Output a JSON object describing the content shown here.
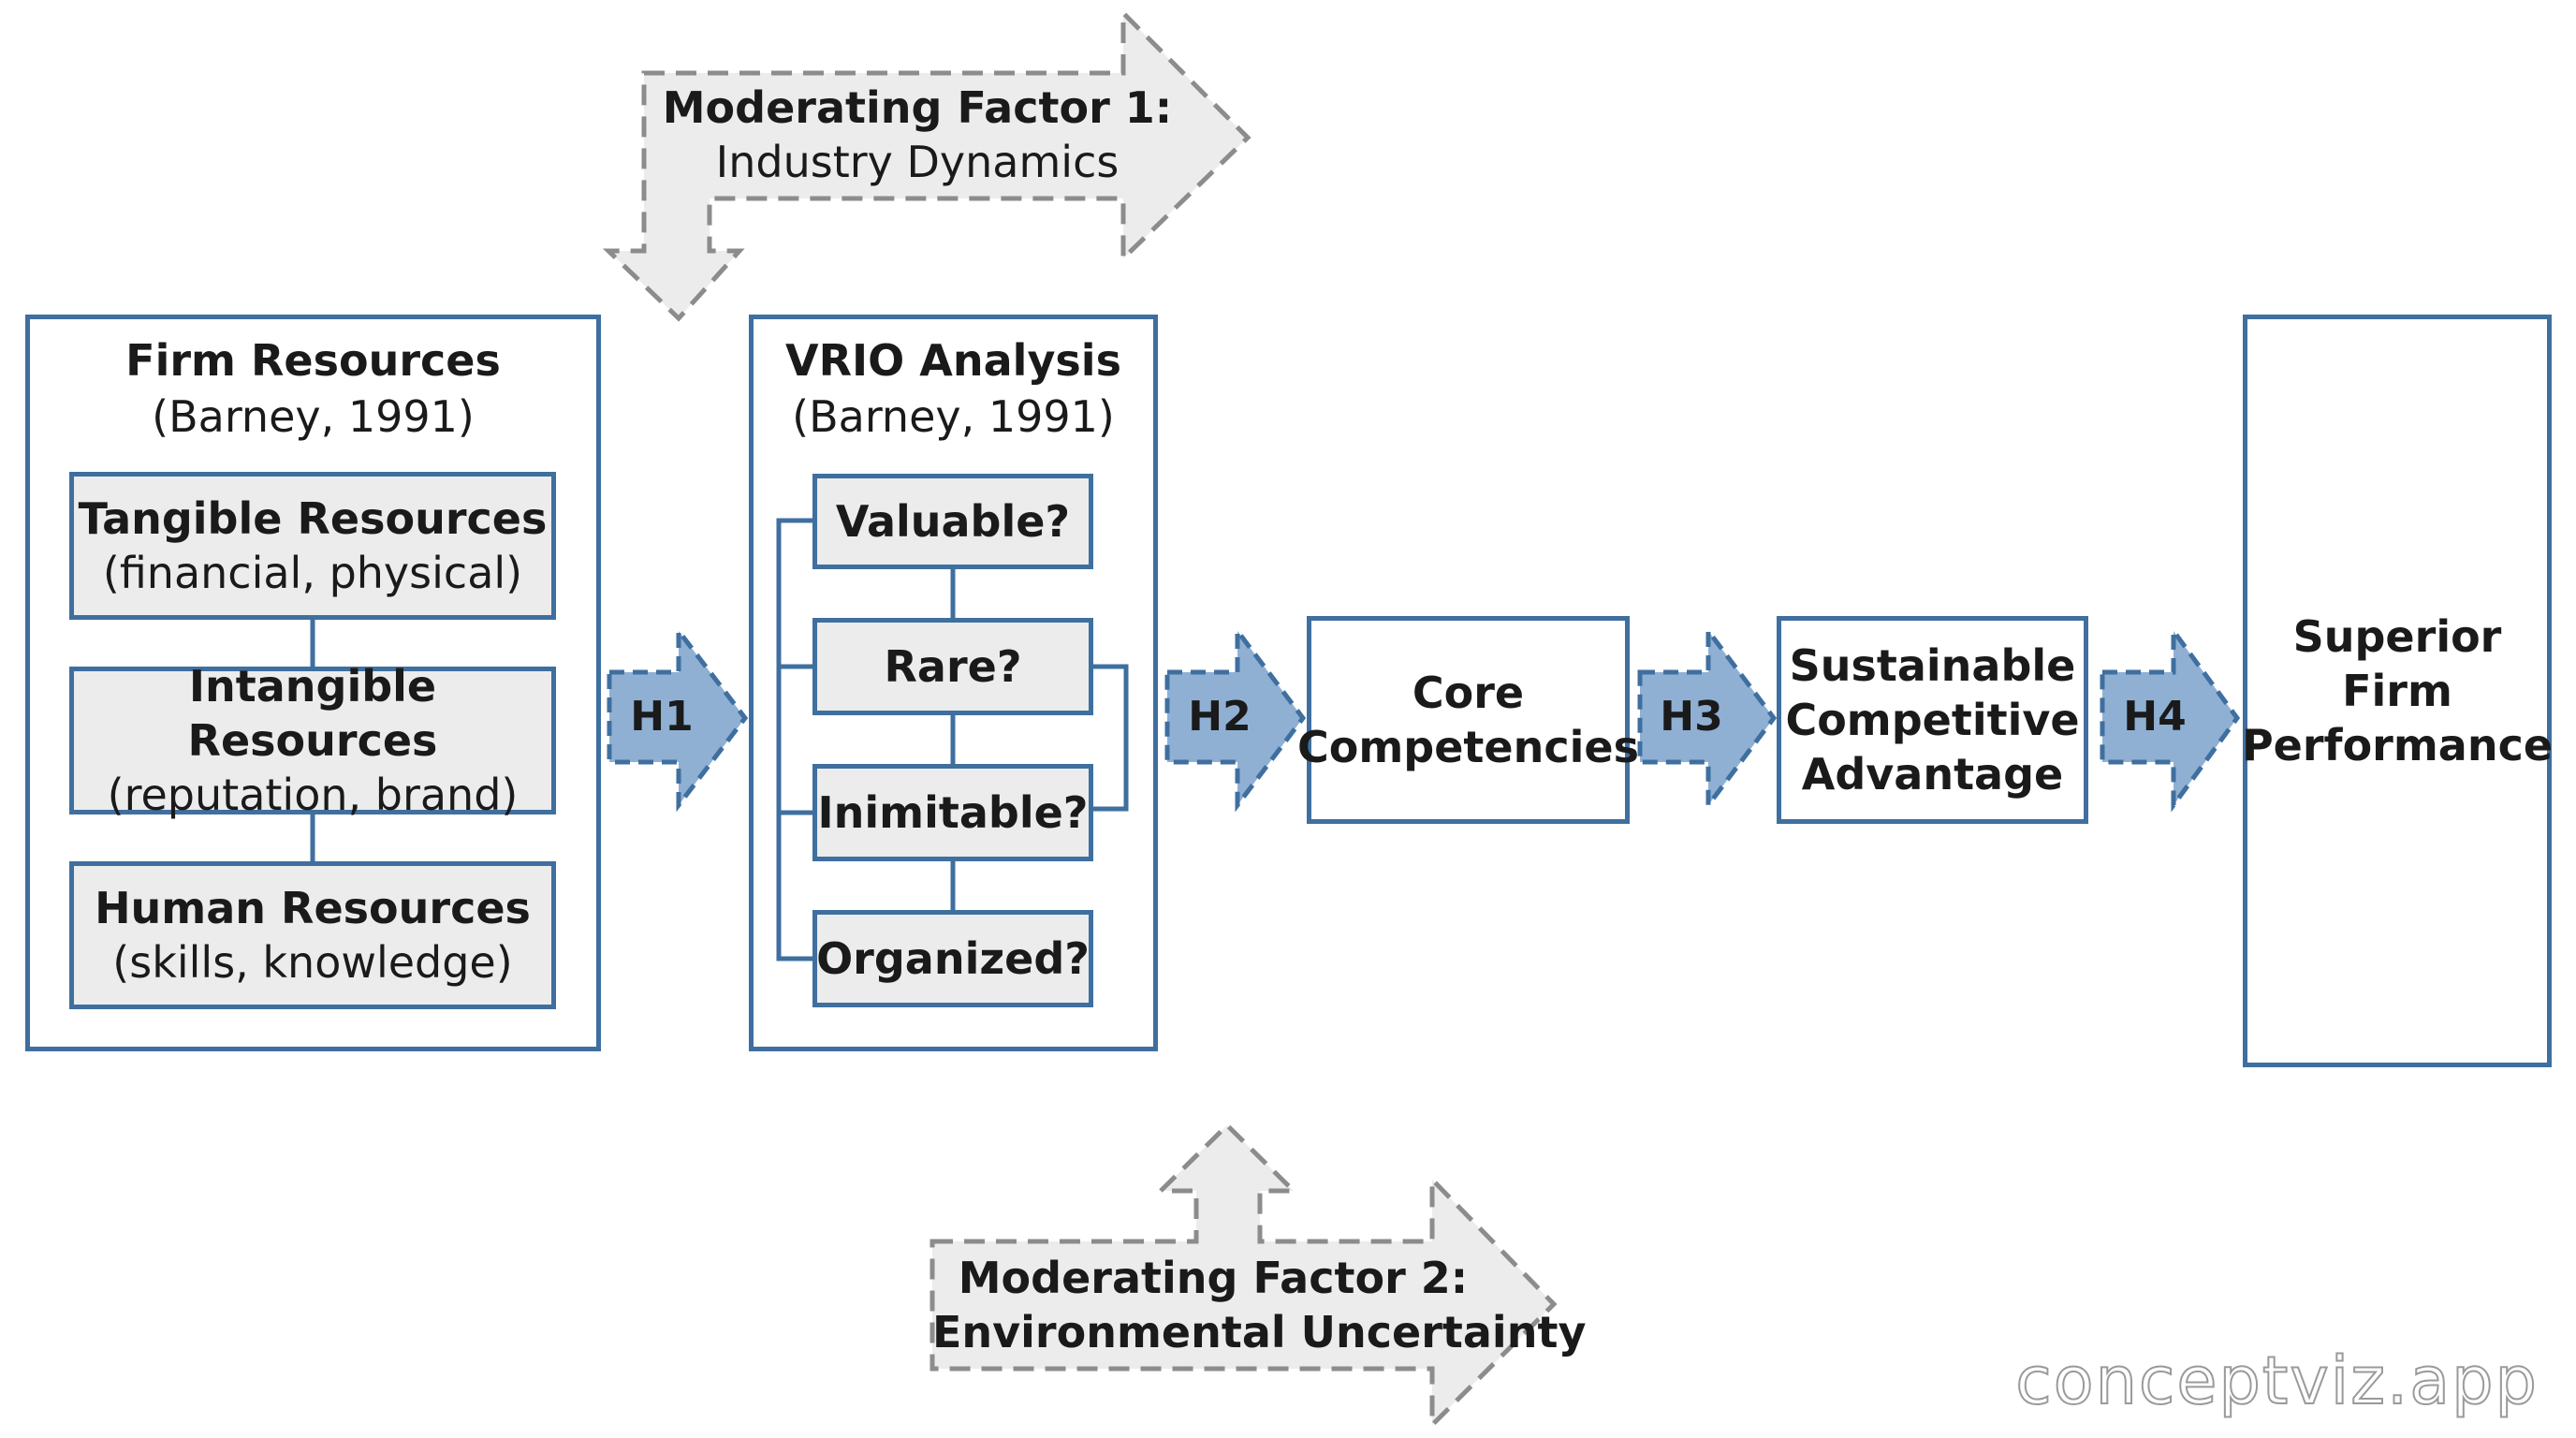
{
  "moderator1": {
    "title": "Moderating Factor 1:",
    "subtitle": "Industry Dynamics"
  },
  "moderator2": {
    "title": "Moderating Factor 2:",
    "subtitle": "Environmental Uncertainty"
  },
  "firm_resources": {
    "title": "Firm Resources",
    "citation": "(Barney, 1991)",
    "items": [
      {
        "name": "Tangible Resources",
        "detail": "(financial, physical)"
      },
      {
        "name": "Intangible Resources",
        "detail": "(reputation, brand)"
      },
      {
        "name": "Human Resources",
        "detail": "(skills, knowledge)"
      }
    ]
  },
  "vrio": {
    "title": "VRIO Analysis",
    "citation": "(Barney, 1991)",
    "items": [
      "Valuable?",
      "Rare?",
      "Inimitable?",
      "Organized?"
    ]
  },
  "hypotheses": [
    "H1",
    "H2",
    "H3",
    "H4"
  ],
  "core": {
    "line1": "Core",
    "line2": "Competencies"
  },
  "sca": {
    "line1": "Sustainable",
    "line2": "Competitive",
    "line3": "Advantage"
  },
  "performance": {
    "line1": "Superior",
    "line2": "Firm",
    "line3": "Performance"
  },
  "watermark": "conceptviz.app",
  "colors": {
    "accent": "#3f6f9f",
    "arrow_fill": "#8fb0d3",
    "moderator_fill": "#ececec",
    "moderator_border": "#8c8c8c"
  }
}
